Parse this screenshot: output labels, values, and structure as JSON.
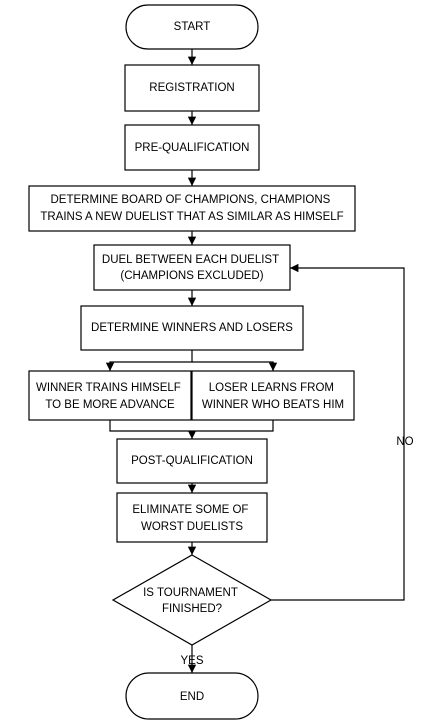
{
  "nodes": {
    "start": {
      "lines": [
        "START"
      ]
    },
    "registration": {
      "lines": [
        "REGISTRATION"
      ]
    },
    "pre_qualification": {
      "lines": [
        "PRE-QUALIFICATION"
      ]
    },
    "determine_board": {
      "lines": [
        "DETERMINE BOARD OF CHAMPIONS, CHAMPIONS",
        "TRAINS A NEW DUELIST THAT AS SIMILAR AS HIMSELF"
      ]
    },
    "duel": {
      "lines": [
        "DUEL BETWEEN EACH DUELIST",
        "(CHAMPIONS EXCLUDED)"
      ]
    },
    "winners_losers": {
      "lines": [
        "DETERMINE WINNERS AND LOSERS"
      ]
    },
    "winner_trains": {
      "lines": [
        "WINNER TRAINS HIMSELF",
        "TO BE MORE ADVANCE"
      ]
    },
    "loser_learns": {
      "lines": [
        "LOSER LEARNS FROM",
        "WINNER WHO BEATS HIM"
      ]
    },
    "post_qualification": {
      "lines": [
        "POST-QUALIFICATION"
      ]
    },
    "eliminate": {
      "lines": [
        "ELIMINATE SOME OF",
        "WORST DUELISTS"
      ]
    },
    "decision": {
      "lines": [
        "IS TOURNAMENT",
        "FINISHED?"
      ]
    },
    "end": {
      "lines": [
        "END"
      ]
    }
  },
  "edge_labels": {
    "no": "NO",
    "yes": "YES"
  }
}
